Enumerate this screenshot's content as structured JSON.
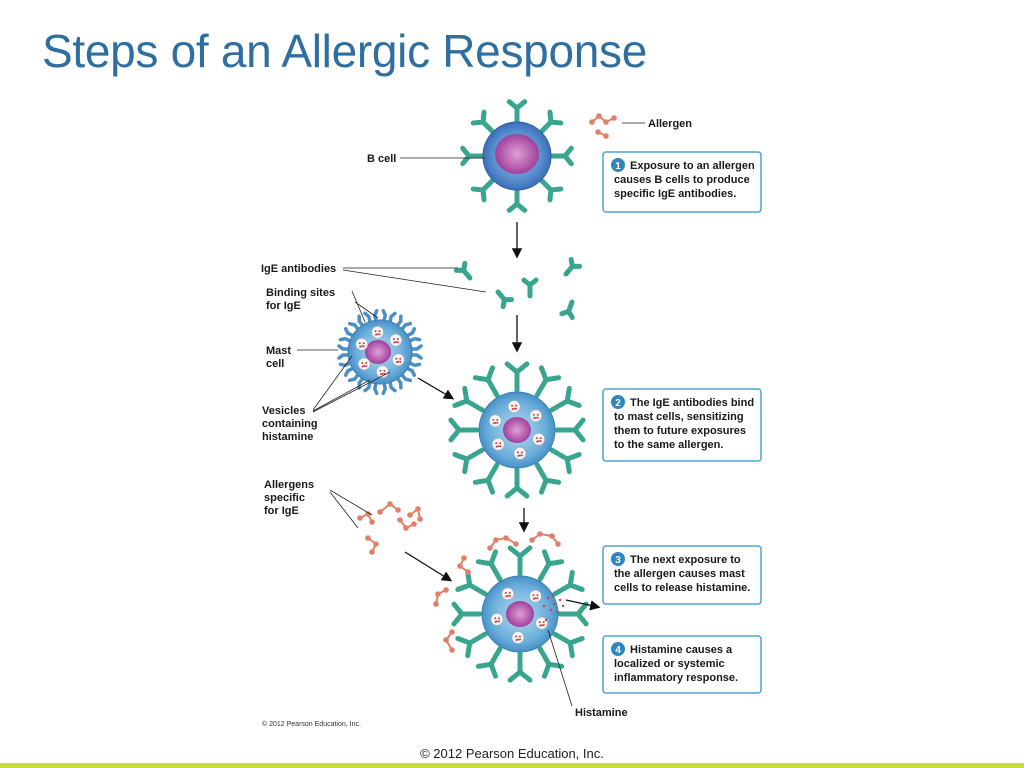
{
  "slide": {
    "title": "Steps of an Allergic Response",
    "footer": "© 2012 Pearson Education, Inc."
  },
  "figure": {
    "copyright_small": "© 2012 Pearson Education, Inc.",
    "labels": {
      "allergen": "Allergen",
      "b_cell": "B cell",
      "ige_antibodies": "IgE antibodies",
      "binding_sites": [
        "Binding sites",
        "for IgE"
      ],
      "mast_cell": [
        "Mast",
        "cell"
      ],
      "vesicles": [
        "Vesicles",
        "containing",
        "histamine"
      ],
      "allergens_specific": [
        "Allergens",
        "specific",
        "for IgE"
      ],
      "histamine": "Histamine"
    },
    "steps": [
      {
        "number": "1",
        "lines": [
          "Exposure to an allergen",
          "causes B cells to produce",
          "specific IgE antibodies."
        ]
      },
      {
        "number": "2",
        "lines": [
          "The IgE antibodies bind",
          "to mast cells, sensitizing",
          "them to future exposures",
          "to the same allergen."
        ]
      },
      {
        "number": "3",
        "lines": [
          "The next exposure to",
          "the allergen causes mast",
          "cells to release histamine."
        ]
      },
      {
        "number": "4",
        "lines": [
          "Histamine causes a",
          "localized or systemic",
          "inflammatory response."
        ]
      }
    ],
    "colors": {
      "title": "#2f6fa0",
      "antibody": "#3aa58f",
      "b_cell_body": "#5a8fd0",
      "nucleus": "#b04fa8",
      "mast_cell_body": "#6aaedb",
      "allergen": "#e0806a",
      "step_border": "#4aa6cf",
      "step_badge": "#2f86c0",
      "footer_bar": "#c8dc3c"
    }
  }
}
